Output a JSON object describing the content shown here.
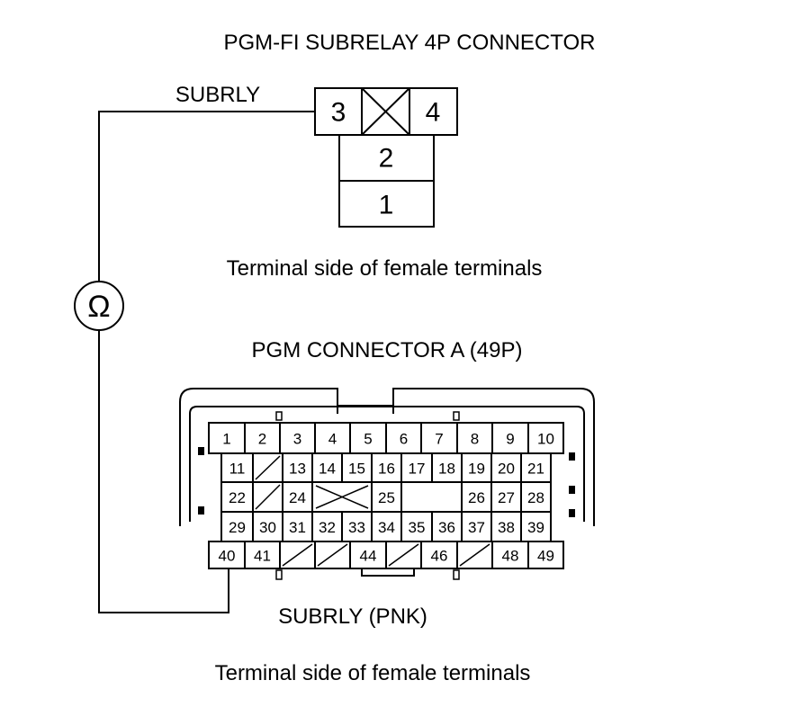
{
  "subrelay": {
    "title": "PGM-FI SUBRELAY 4P CONNECTOR",
    "probe_label": "SUBRLY",
    "pins": {
      "p1": "1",
      "p2": "2",
      "p3": "3",
      "p4": "4"
    },
    "caption": "Terminal side of female terminals"
  },
  "meter": {
    "symbol": "Ω",
    "icon": "ohmmeter-icon"
  },
  "ecm": {
    "title": "PGM CONNECTOR A (49P)",
    "probe_label": "SUBRLY (PNK)",
    "caption": "Terminal side of female terminals",
    "rows": [
      [
        "1",
        "2",
        "3",
        "4",
        "5",
        "6",
        "7",
        "8",
        "9",
        "10"
      ],
      [
        "11",
        "",
        "13",
        "14",
        "15",
        "16",
        "17",
        "18",
        "19",
        "20",
        "21"
      ],
      [
        "22",
        "",
        "24",
        "",
        "",
        "25",
        "",
        "",
        "26",
        "27",
        "28"
      ],
      [
        "29",
        "30",
        "31",
        "32",
        "33",
        "34",
        "35",
        "36",
        "37",
        "38",
        "39"
      ],
      [
        "40",
        "41",
        "",
        "",
        "44",
        "",
        "46",
        "",
        "48",
        "49"
      ]
    ]
  }
}
